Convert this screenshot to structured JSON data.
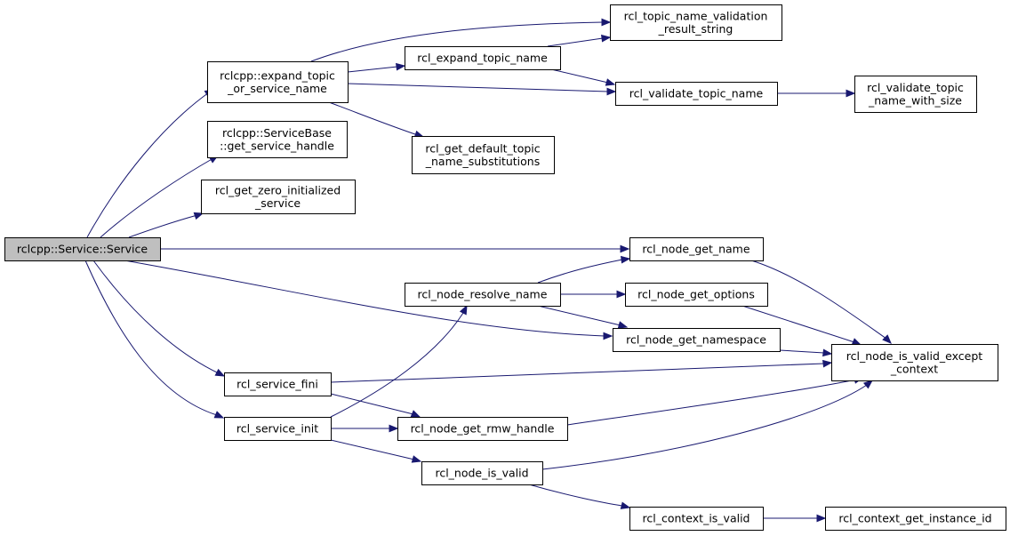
{
  "graph": {
    "root": "rclcpp::Service::Service",
    "colors": {
      "edge": "#191970",
      "node_fill": "#ffffff",
      "root_fill": "#bfbfbf",
      "node_border": "#000000"
    },
    "nodes": [
      {
        "id": "root",
        "lines": [
          "rclcpp::Service::Service"
        ]
      },
      {
        "id": "expand",
        "lines": [
          "rclcpp::expand_topic",
          "_or_service_name"
        ]
      },
      {
        "id": "gethandle",
        "lines": [
          "rclcpp::ServiceBase",
          "::get_service_handle"
        ]
      },
      {
        "id": "zeroinit",
        "lines": [
          "rcl_get_zero_initialized",
          "_service"
        ]
      },
      {
        "id": "fini",
        "lines": [
          "rcl_service_fini"
        ]
      },
      {
        "id": "init",
        "lines": [
          "rcl_service_init"
        ]
      },
      {
        "id": "exptopic",
        "lines": [
          "rcl_expand_topic_name"
        ]
      },
      {
        "id": "defsubs",
        "lines": [
          "rcl_get_default_topic",
          "_name_substitutions"
        ]
      },
      {
        "id": "resolve",
        "lines": [
          "rcl_node_resolve_name"
        ]
      },
      {
        "id": "rmwhandle",
        "lines": [
          "rcl_node_get_rmw_handle"
        ]
      },
      {
        "id": "isvalid",
        "lines": [
          "rcl_node_is_valid"
        ]
      },
      {
        "id": "valstr",
        "lines": [
          "rcl_topic_name_validation",
          "_result_string"
        ]
      },
      {
        "id": "validate",
        "lines": [
          "rcl_validate_topic_name"
        ]
      },
      {
        "id": "getname",
        "lines": [
          "rcl_node_get_name"
        ]
      },
      {
        "id": "getoptions",
        "lines": [
          "rcl_node_get_options"
        ]
      },
      {
        "id": "getnamespace",
        "lines": [
          "rcl_node_get_namespace"
        ]
      },
      {
        "id": "ctxvalid",
        "lines": [
          "rcl_context_is_valid"
        ]
      },
      {
        "id": "validsize",
        "lines": [
          "rcl_validate_topic",
          "_name_with_size"
        ]
      },
      {
        "id": "validexcept",
        "lines": [
          "rcl_node_is_valid_except",
          "_context"
        ]
      },
      {
        "id": "instanceid",
        "lines": [
          "rcl_context_get_instance_id"
        ]
      }
    ],
    "edges": [
      {
        "from": "root",
        "to": "expand"
      },
      {
        "from": "root",
        "to": "gethandle"
      },
      {
        "from": "root",
        "to": "zeroinit"
      },
      {
        "from": "root",
        "to": "getname"
      },
      {
        "from": "root",
        "to": "getnamespace"
      },
      {
        "from": "root",
        "to": "fini"
      },
      {
        "from": "root",
        "to": "init"
      },
      {
        "from": "expand",
        "to": "valstr"
      },
      {
        "from": "expand",
        "to": "exptopic"
      },
      {
        "from": "expand",
        "to": "validate"
      },
      {
        "from": "expand",
        "to": "defsubs"
      },
      {
        "from": "exptopic",
        "to": "valstr"
      },
      {
        "from": "exptopic",
        "to": "validate"
      },
      {
        "from": "validate",
        "to": "validsize"
      },
      {
        "from": "resolve",
        "to": "getname"
      },
      {
        "from": "resolve",
        "to": "getoptions"
      },
      {
        "from": "resolve",
        "to": "getnamespace"
      },
      {
        "from": "getname",
        "to": "validexcept"
      },
      {
        "from": "getoptions",
        "to": "validexcept"
      },
      {
        "from": "getnamespace",
        "to": "validexcept"
      },
      {
        "from": "fini",
        "to": "validexcept"
      },
      {
        "from": "fini",
        "to": "rmwhandle"
      },
      {
        "from": "init",
        "to": "resolve"
      },
      {
        "from": "init",
        "to": "rmwhandle"
      },
      {
        "from": "init",
        "to": "isvalid"
      },
      {
        "from": "rmwhandle",
        "to": "validexcept"
      },
      {
        "from": "isvalid",
        "to": "validexcept"
      },
      {
        "from": "isvalid",
        "to": "ctxvalid"
      },
      {
        "from": "ctxvalid",
        "to": "instanceid"
      }
    ]
  }
}
